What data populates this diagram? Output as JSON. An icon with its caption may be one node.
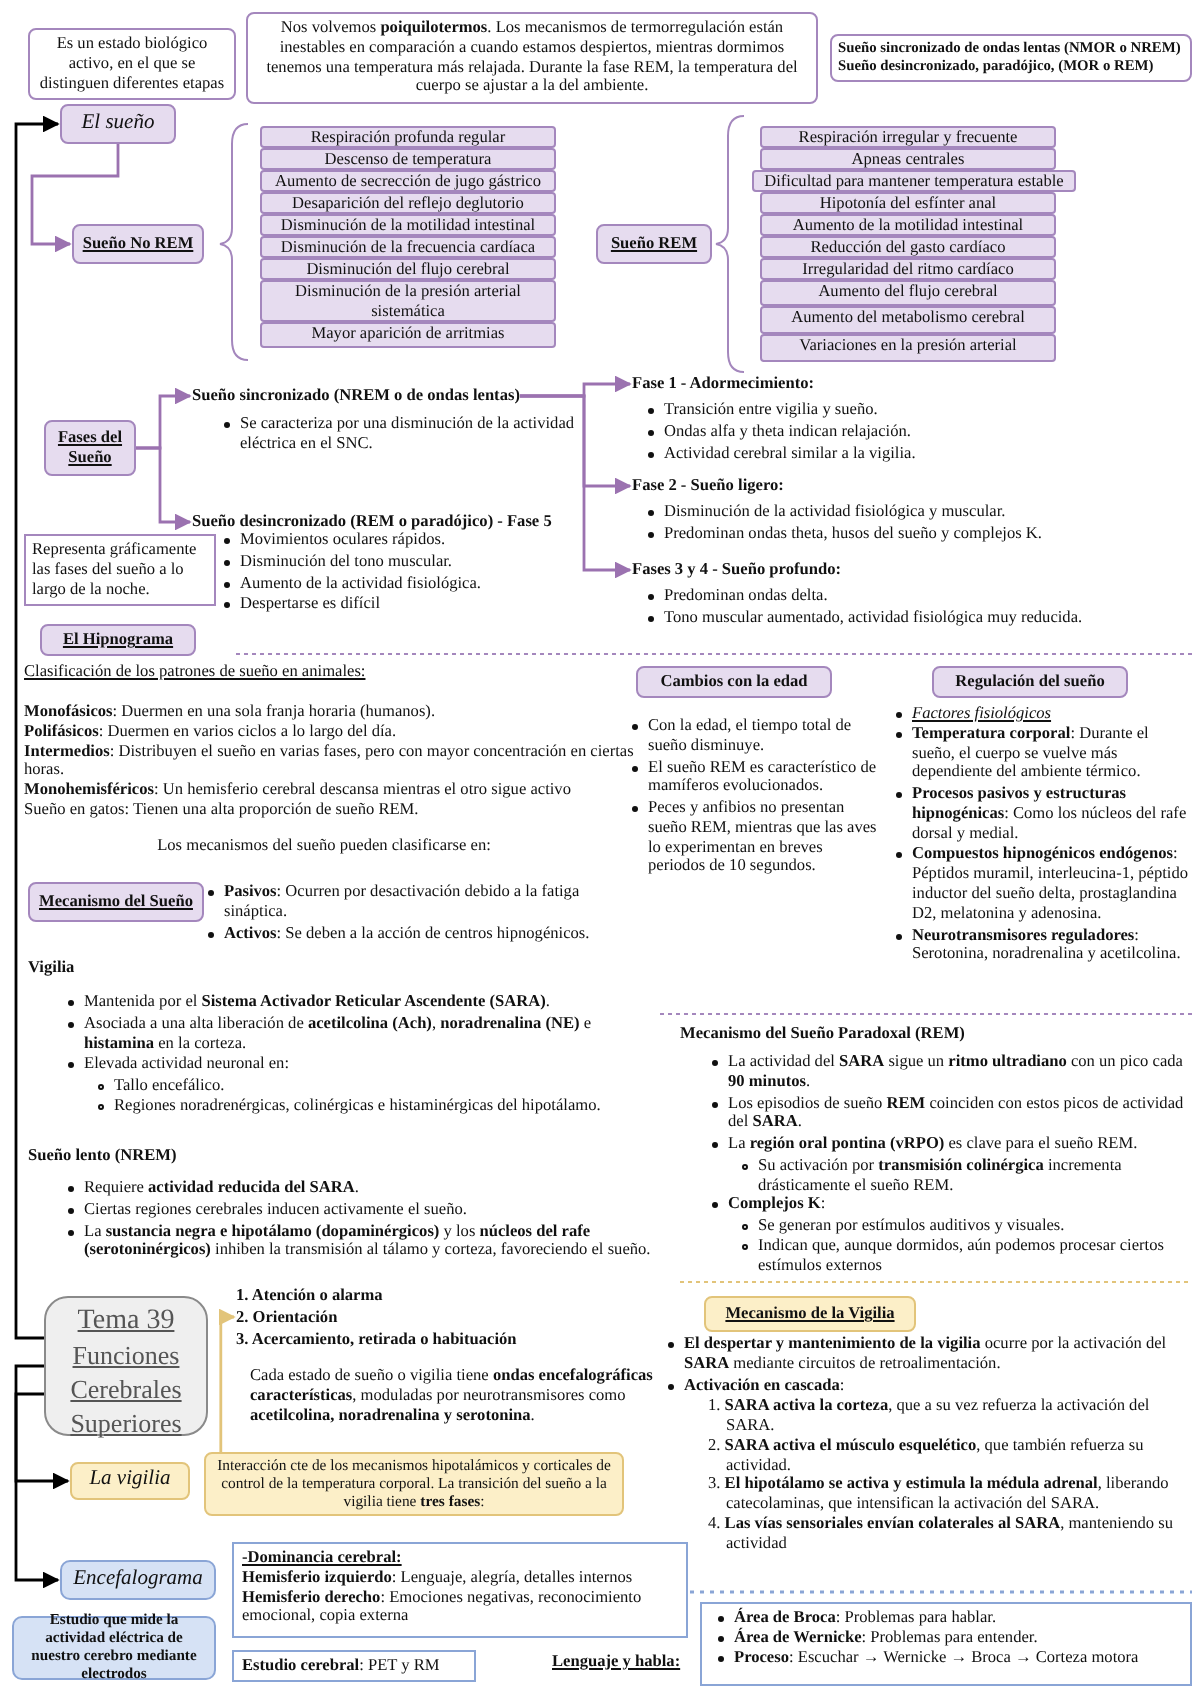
{
  "diagram": {
    "nodes": [
      {
        "text": [
          "Es un estado biológico activo, en el que se distinguen diferentes etapas"
        ]
      },
      {
        "text": [
          "Nos volvemos **poiquilotermos**. Los mecanismos de termorregulación están inestables en comparación a cuando estamos despiertos, mientras dormimos tenemos una temperatura más relajada. Durante la fase REM, la temperatura del cuerpo se ajustar a la del ambiente."
        ]
      },
      {
        "text": [
          "Sueño sincronizado de ondas lentas (NMOR o NREM)",
          "Sueño desincronizado, paradójico, (MOR o REM)"
        ]
      },
      {
        "text": [
          "El sueño"
        ]
      },
      {
        "text": [
          "Sueño No REM"
        ]
      },
      {
        "text": [
          "Respiración profunda regular"
        ]
      },
      {
        "text": [
          "Descenso de temperatura"
        ]
      },
      {
        "text": [
          "Aumento de secrección de jugo gástrico"
        ]
      },
      {
        "text": [
          "Desaparición del reflejo deglutorio"
        ]
      },
      {
        "text": [
          "Disminución de la motilidad intestinal"
        ]
      },
      {
        "text": [
          "Disminución de la frecuencia cardíaca"
        ]
      },
      {
        "text": [
          "Disminución del flujo cerebral"
        ]
      },
      {
        "text": [
          "Disminución de la presión arterial sistemática"
        ]
      },
      {
        "text": [
          "Mayor aparición de arritmias"
        ]
      },
      {
        "text": [
          "Sueño REM"
        ]
      },
      {
        "text": [
          "Respiración irregular y frecuente"
        ]
      },
      {
        "text": [
          "Apneas centrales"
        ]
      },
      {
        "text": [
          "Dificultad para mantener temperatura estable"
        ]
      },
      {
        "text": [
          "Hipotonía del esfínter anal"
        ]
      },
      {
        "text": [
          "Aumento de la motilidad intestinal"
        ]
      },
      {
        "text": [
          "Reducción del gasto cardíaco"
        ]
      },
      {
        "text": [
          "Irregularidad del ritmo cardíaco"
        ]
      },
      {
        "text": [
          "Aumento del flujo cerebral"
        ]
      },
      {
        "text": [
          "Aumento del metabolismo cerebral"
        ]
      },
      {
        "text": [
          "Variaciones en la presión arterial"
        ]
      },
      {
        "text": [
          "Fases del Sueño"
        ]
      },
      {
        "text": [
          "Sueño sincronizado (NREM o de ondas lentas)"
        ]
      },
      {
        "text": [
          "Sueño desincronizado (REM o paradójico) - Fase 5"
        ]
      },
      {
        "text": [
          "Fase 1 - Adormecimiento:"
        ]
      },
      {
        "text": [
          "Fase 2 - Sueño ligero:"
        ]
      },
      {
        "text": [
          "Fases 3 y 4 - Sueño profundo:"
        ]
      },
      {
        "text": [
          "Representa gráficamente las fases del sueño a lo largo de la noche."
        ]
      },
      {
        "text": [
          "El Hipnograma"
        ]
      },
      {
        "text": [
          "Cambios con la edad"
        ]
      },
      {
        "text": [
          "Regulación del sueño"
        ]
      },
      {
        "text": [
          "Mecanismo del Sueño"
        ]
      },
      {
        "text": [
          "Tema 39",
          "Funciones Cerebrales Superiores"
        ]
      },
      {
        "text": [
          "1. Atención o alarma",
          "2. Orientación",
          "3. Acercamiento, retirada o habituación"
        ]
      },
      {
        "text": [
          "Mecanismo de la Vigilia"
        ]
      },
      {
        "text": [
          "La vigilia"
        ]
      },
      {
        "text": [
          "Interacción cte de los mecanismos hipotalámicos y corticales de control de la temperatura corporal. La transición del sueño a la vigilia tiene **tres fases**:"
        ]
      },
      {
        "text": [
          "Encefalograma"
        ]
      },
      {
        "text": [
          "Estudio que mide la actividad eléctrica de nuestro cerebro mediante electrodos"
        ]
      },
      {
        "text": [
          "-Dominancia cerebral:",
          "**Hemisferio izquierdo**: Lenguaje, alegría, detalles internos",
          "**Hemisferio derecho**: Emociones negativas, reconocimiento emocional, copia externa"
        ]
      },
      {
        "text": [
          "**Estudio cerebral**: PET y RM"
        ]
      },
      {
        "text": [
          "**Área de Broca**: Problemas para hablar.",
          "**Área de Wernicke**: Problemas para entender.",
          "**Proceso**: Escuchar → Wernicke → Broca → Corteza motora"
        ]
      }
    ],
    "edges": [
      {
        "from": 36,
        "to": 3,
        "arrow": "to",
        "color": "#000000"
      },
      {
        "from": 36,
        "to": 39,
        "arrow": "to",
        "color": "#000000"
      },
      {
        "from": 36,
        "to": 41,
        "arrow": "to",
        "color": "#000000"
      },
      {
        "from": 3,
        "to": 4,
        "arrow": "to"
      },
      {
        "from": 25,
        "to": 26,
        "arrow": "to"
      },
      {
        "from": 25,
        "to": 27,
        "arrow": "to"
      },
      {
        "from": 26,
        "to": 28,
        "arrow": "to"
      },
      {
        "from": 26,
        "to": 29,
        "arrow": "to"
      },
      {
        "from": 26,
        "to": 30,
        "arrow": "to"
      },
      {
        "from": 40,
        "to": 37,
        "arrow": "to",
        "color": "#e2c47a"
      }
    ],
    "labels": [
      "Se caracteriza por una disminución de la actividad eléctrica en el SNC.",
      "Movimientos oculares rápidos.",
      "Disminución del tono muscular.",
      "Aumento de la actividad fisiológica.",
      "Despertarse es difícil",
      "Transición entre vigilia y sueño.",
      "Ondas alfa y theta indican relajación.",
      "Actividad cerebral similar a la vigilia.",
      "Disminución de la actividad fisiológica y muscular.",
      "Predominan ondas theta, husos del sueño y complejos K.",
      "Predominan ondas delta.",
      "Tono muscular aumentado, actividad fisiológica muy reducida.",
      "Clasificación de los patrones de sueño en animales:",
      "**Monofásicos**: Duermen en una sola franja horaria (humanos).",
      "**Polifásicos**: Duermen en varios ciclos a lo largo del día.",
      "**Intermedios**: Distribuyen el sueño en varias fases, pero con mayor concentración en ciertas horas.",
      "**Monohemisféricos**: Un hemisferio cerebral descansa mientras el otro sigue activo",
      "Sueño en gatos: Tienen una alta proporción de sueño REM.",
      "Los mecanismos del sueño pueden clasificarse en:",
      "**Pasivos**: Ocurren por desactivación debido a la fatiga sináptica.",
      "**Activos**: Se deben a la acción de centros hipnogénicos.",
      "Con la edad, el tiempo total de sueño disminuye.",
      "El sueño REM es característico de mamíferos evolucionados.",
      "Peces y anfibios no presentan sueño REM, mientras que las aves lo experimentan en breves periodos de 10 segundos.",
      "Factores fisiológicos",
      "**Temperatura corporal**: Durante el sueño, el cuerpo se vuelve más dependiente del ambiente térmico.",
      "**Procesos pasivos y estructuras hipnogénicas**: Como los núcleos del rafe dorsal y medial.",
      "**Compuestos hipnogénicos endógenos**: Péptidos muramil, interleucina-1, péptido inductor del sueño delta, prostaglandina D2, melatonina y adenosina.",
      "**Neurotransmisores reguladores**: Serotonina, noradrenalina y acetilcolina.",
      "Vigilia",
      "Mantenida por el **Sistema Activador Reticular Ascendente (SARA)**.",
      "Asociada a una alta liberación de **acetilcolina (Ach)**, **noradrenalina (NE)** e **histamina** en la corteza.",
      "Elevada actividad neuronal en:",
      "Tallo encefálico.",
      "Regiones noradrenérgicas, colinérgicas e histaminérgicas del hipotálamo.",
      "Sueño lento (NREM)",
      "Requiere **actividad reducida del SARA**.",
      "Ciertas regiones cerebrales inducen activamente el sueño.",
      "La **sustancia negra e hipotálamo (dopaminérgicos)** y los **núcleos del rafe (serotoninérgicos)** inhiben la transmisión al tálamo y corteza, favoreciendo el sueño.",
      "Mecanismo del Sueño Paradoxal (REM)",
      "La actividad del **SARA** sigue un **ritmo ultradiano** con un pico cada **90 minutos**.",
      "Los episodios de sueño **REM** coinciden con estos picos de actividad del **SARA**.",
      "La **región oral pontina (vRPO)** es clave para el sueño REM.",
      "Su activación por **transmisión colinérgica** incrementa drásticamente el sueño REM.",
      "**Complejos K**:",
      "Se generan por estímulos auditivos y visuales.",
      "Indican que, aunque dormidos, aún podemos procesar ciertos estímulos externos",
      "Cada estado de sueño o vigilia tiene **ondas encefalográficas características**, moduladas por neurotransmisores como **acetilcolina, noradrenalina y serotonina**.",
      "**El despertar y mantenimiento de la vigilia** ocurre por la activación del **SARA** mediante circuitos de retroalimentación.",
      "**Activación en cascada**:",
      "1. **SARA activa la corteza**, que a su vez refuerza la activación del SARA.",
      "2. **SARA activa el músculo esquelético**, que también refuerza su actividad.",
      "3. **El hipotálamo se activa y estimula la médula adrenal**, liberando catecolaminas, que intensifican la activación del SARA.",
      "4. **Las vías sensoriales envían colaterales al SARA**, manteniendo su actividad",
      "Lenguaje y habla:"
    ]
  }
}
